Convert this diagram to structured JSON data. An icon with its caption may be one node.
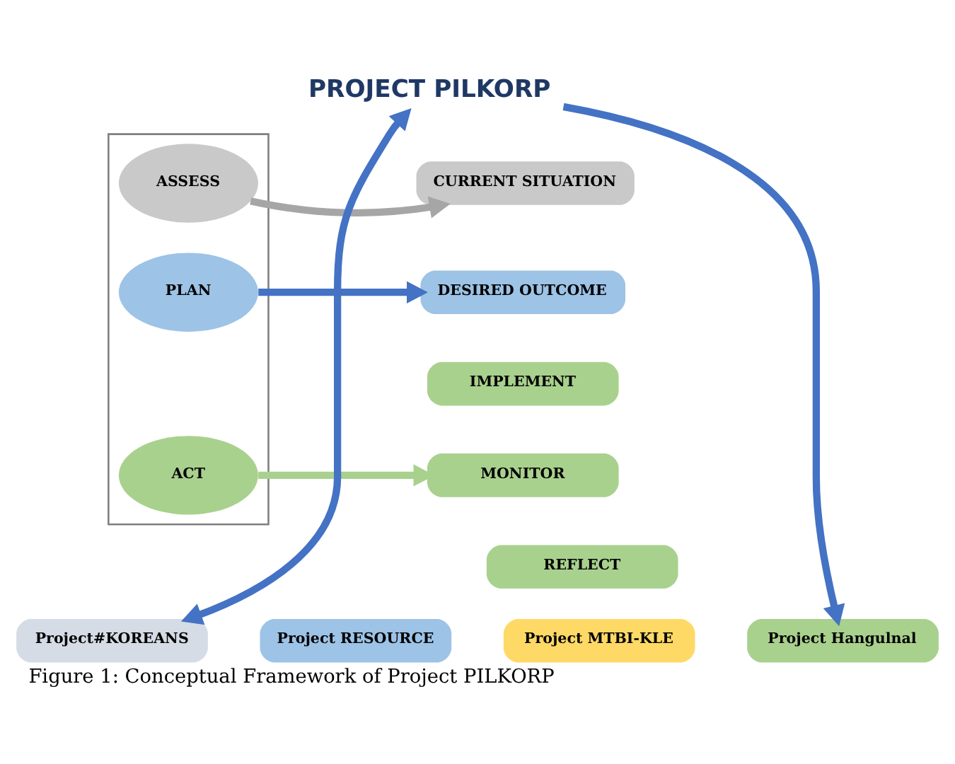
{
  "diagram": {
    "caption": "Figure 1: Conceptual Framework of Project PILKORP",
    "nodes": [
      {
        "text": [],
        "shape": "box"
      },
      {
        "text": [
          "ASSESS"
        ],
        "in": 0
      },
      {
        "text": [
          "CURRENT SITUATION"
        ]
      },
      {
        "text": [
          "PLAN"
        ],
        "in": 0
      },
      {
        "text": [
          "DESIRED OUTCOME"
        ]
      },
      {
        "text": [
          "ACT"
        ],
        "in": 0
      },
      {
        "text": [
          "IMPLEMENT"
        ]
      },
      {
        "text": [
          "MONITOR"
        ]
      },
      {
        "text": [
          "REFLECT"
        ]
      },
      {
        "text": [
          "PROJECT PILKORP"
        ]
      },
      {
        "text": [
          "Project#KOREANS"
        ]
      },
      {
        "text": [
          "Project RESOURCE"
        ]
      },
      {
        "text": [
          "Project MTBI-KLE"
        ]
      },
      {
        "text": [
          "Project Hangulnal"
        ]
      }
    ],
    "edges": [
      {
        "from": 1,
        "to": 2,
        "arrow": "to",
        "color": "#a6a6a6"
      },
      {
        "from": 3,
        "to": 4,
        "arrow": "to",
        "color": "#4472c4"
      },
      {
        "from": 5,
        "to": 7,
        "arrow": "to",
        "color": "#a9d18e"
      },
      {
        "from": 10,
        "to": 9,
        "arrow": "both",
        "color": "#4472c4"
      },
      {
        "from": 9,
        "to": 13,
        "arrow": "to",
        "color": "#4472c4"
      }
    ]
  }
}
